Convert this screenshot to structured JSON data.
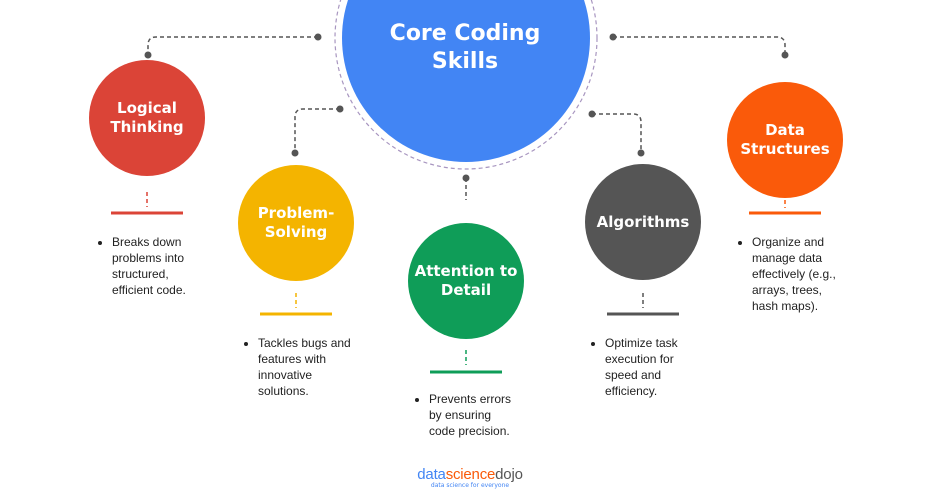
{
  "center": {
    "title_lines": [
      "Core Coding",
      "Skills"
    ],
    "color": "#4285F4",
    "ring_color": "#A896C0"
  },
  "connector_color": "#555555",
  "nodes": [
    {
      "title_lines": [
        "Logical",
        "Thinking"
      ],
      "color": "#DB4437",
      "description_lines": [
        "Breaks down",
        "problems into",
        "structured,",
        "efficient code."
      ]
    },
    {
      "title_lines": [
        "Problem-",
        "Solving"
      ],
      "color": "#F4B400",
      "description_lines": [
        "Tackles bugs and",
        "features with",
        "innovative",
        "solutions."
      ]
    },
    {
      "title_lines": [
        "Attention to",
        "Detail"
      ],
      "color": "#0F9D58",
      "description_lines": [
        "Prevents errors",
        "by ensuring",
        "code precision."
      ]
    },
    {
      "title_lines": [
        "Algorithms"
      ],
      "color": "#555555",
      "description_lines": [
        "Optimize task",
        "execution for",
        "speed and",
        "efficiency."
      ]
    },
    {
      "title_lines": [
        "Data",
        "Structures"
      ],
      "color": "#FA5A0A",
      "description_lines": [
        "Organize and",
        "manage data",
        "effectively (e.g.,",
        "arrays, trees,",
        "hash maps)."
      ]
    }
  ],
  "logo": {
    "part1": "data",
    "part2": "science",
    "part3": "dojo",
    "tagline": "data science for everyone"
  }
}
